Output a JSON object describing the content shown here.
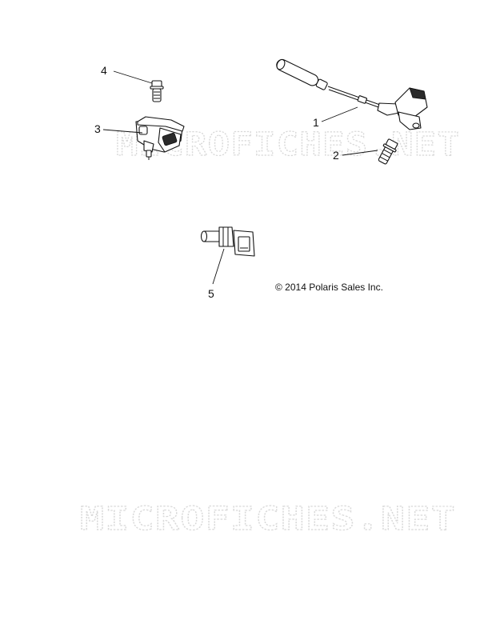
{
  "diagram": {
    "callouts": {
      "c1": "1",
      "c2": "2",
      "c3": "3",
      "c4": "4",
      "c5": "5"
    },
    "copyright": "© 2014 Polaris Sales Inc.",
    "watermark_top": "MICROFICHES.NET",
    "watermark_bottom": "MICROFICHES.NET"
  },
  "colors": {
    "line": "#111111",
    "watermark": "#d8d8d8",
    "background": "#ffffff"
  }
}
